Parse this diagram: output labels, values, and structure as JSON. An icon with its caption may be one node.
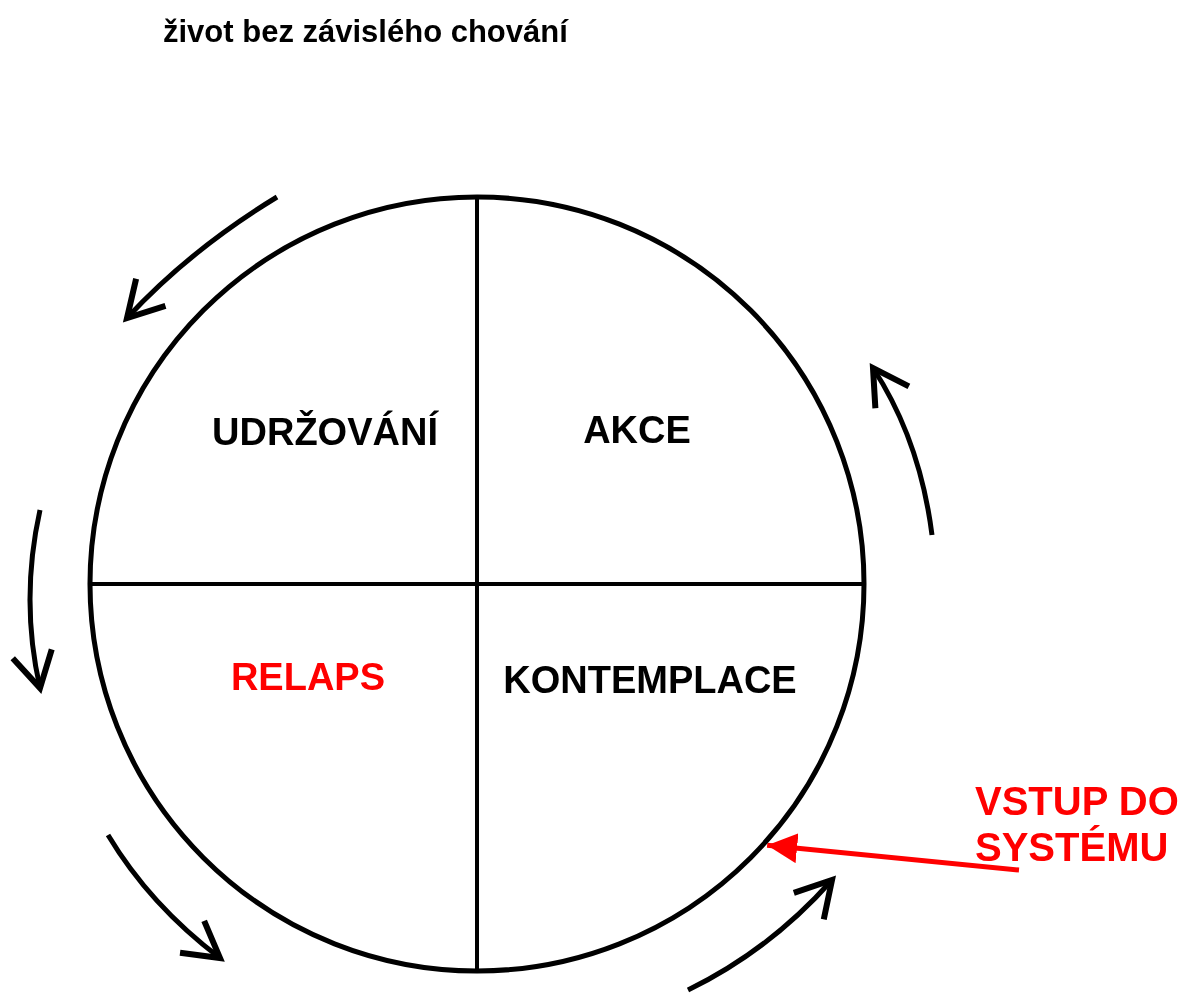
{
  "diagram": {
    "title": "život bez závislého chování",
    "nodes": [
      {
        "text": [],
        "shape": "circle"
      },
      {
        "text": [
          "UDRŽOVÁNÍ"
        ],
        "in": 0
      },
      {
        "text": [
          "AKCE"
        ],
        "in": 0
      },
      {
        "text": [
          "RELAPS"
        ],
        "in": 0
      },
      {
        "text": [
          "KONTEMPLACE"
        ],
        "in": 0
      },
      {
        "text": [
          "VSTUP DO SYSTÉMU"
        ]
      }
    ],
    "edges": [
      {
        "from": 5,
        "to": 0,
        "arrow": "to",
        "color": "#ff0000"
      }
    ]
  }
}
